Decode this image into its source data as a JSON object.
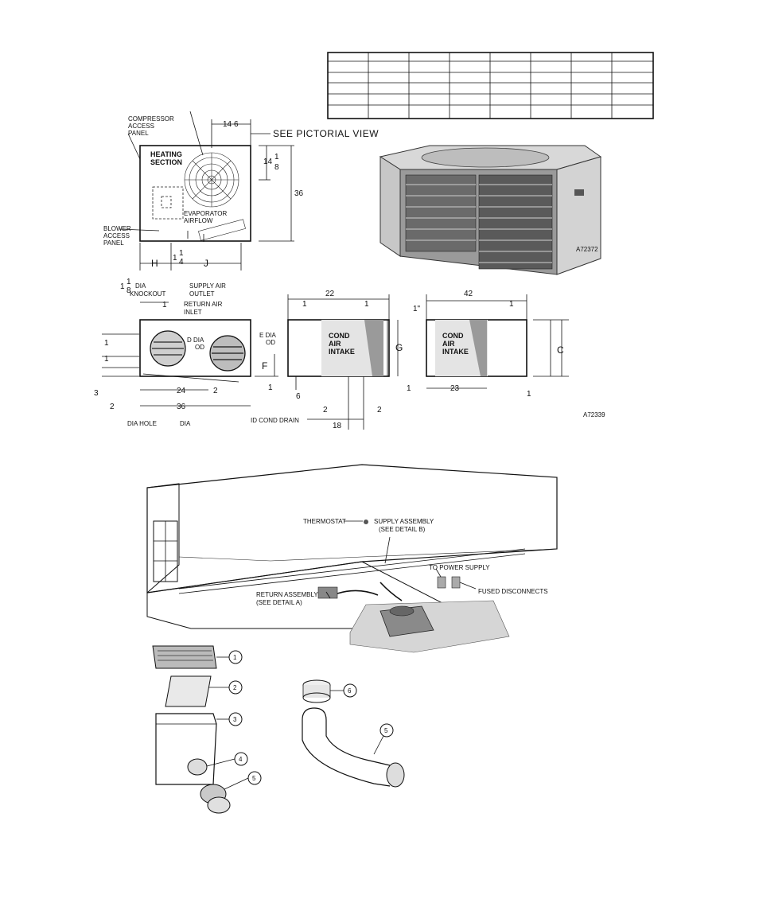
{
  "spec_table": {
    "columns": 8,
    "rows": 6
  },
  "top_view": {
    "compressor_access_panel": [
      "COMPRESSOR",
      "ACCESS",
      "PANEL"
    ],
    "heating_section": [
      "HEATING",
      "SECTION"
    ],
    "evaporator_airflow": [
      "EVAPORATOR",
      "AIRFLOW"
    ],
    "blower_access_panel": [
      "BLOWER",
      "ACCESS",
      "PANEL"
    ],
    "see_pictorial_view": "SEE PICTORIAL VIEW",
    "dim_14_6": "14",
    "dim_14_6_den": "6",
    "dim_14_1_8_whole": "14",
    "dim_14_1_8_num": "1",
    "dim_14_1_8_den": "8",
    "dim_36": "36",
    "dim_1_1_4_whole": "1",
    "dim_1_1_4_num": "1",
    "dim_1_1_4_den": "4",
    "H": "H",
    "J": "J"
  },
  "pictorial": {
    "code": "A72372"
  },
  "front_view": {
    "knockout": [
      "DIA",
      "KNOCKOUT"
    ],
    "knockout_whole": "1",
    "knockout_num": "1",
    "knockout_den": "8",
    "supply_air_outlet": [
      "SUPPLY AIR",
      "OUTLET"
    ],
    "return_air_inlet": [
      "RETURN AIR",
      "INLET"
    ],
    "d_dia": [
      "D DIA",
      "OD"
    ],
    "e_dia": [
      "E DIA",
      "OD"
    ],
    "F": "F",
    "dim_24_5_8": "24",
    "dim_36_5_8": "36",
    "dim_2": "2",
    "dim_2_9_16": "2",
    "dia_hole": "DIA HOLE",
    "dia_1_3_4": "DIA",
    "cond_drain": "ID COND DRAIN",
    "dim_1_3_4": "1",
    "dim_1_11_16": "1",
    "dim_3_4": "3",
    "dim_1_4": "1"
  },
  "side_view_1": {
    "cond_air_intake": [
      "COND",
      "AIR",
      "INTAKE"
    ],
    "dim_22_3_4": "22",
    "dim_1_1_8": "1",
    "dim_1_1_2": "1",
    "G": "G",
    "dim_6": "6",
    "dim_2_1_2_a": "2",
    "dim_2_1_2_b": "2",
    "dim_18_5_16": "18",
    "dim_1_4": "1"
  },
  "side_view_2": {
    "cond_air_intake": [
      "COND",
      "AIR",
      "INTAKE"
    ],
    "dim_42_1_4": "42",
    "dim_1_4": "1",
    "dim_1_in": "1\"",
    "C": "C",
    "dim_23_1_16": "23",
    "dim_1_1_2": "1",
    "dim_1_1_4": "1",
    "code": "A72339"
  },
  "installation": {
    "thermostat": "THERMOSTAT",
    "supply_assembly": [
      "SUPPLY ASSEMBLY",
      "(SEE DETAIL B)"
    ],
    "to_power_supply": "TO POWER SUPPLY",
    "return_assembly": [
      "RETURN ASSEMBLY",
      "(SEE DETAIL A)"
    ],
    "fused_disconnects": "FUSED DISCONNECTS"
  },
  "detail_a": {
    "callouts": [
      "1",
      "2",
      "3",
      "4",
      "5"
    ]
  },
  "detail_b": {
    "callouts": [
      "6",
      "5"
    ]
  }
}
